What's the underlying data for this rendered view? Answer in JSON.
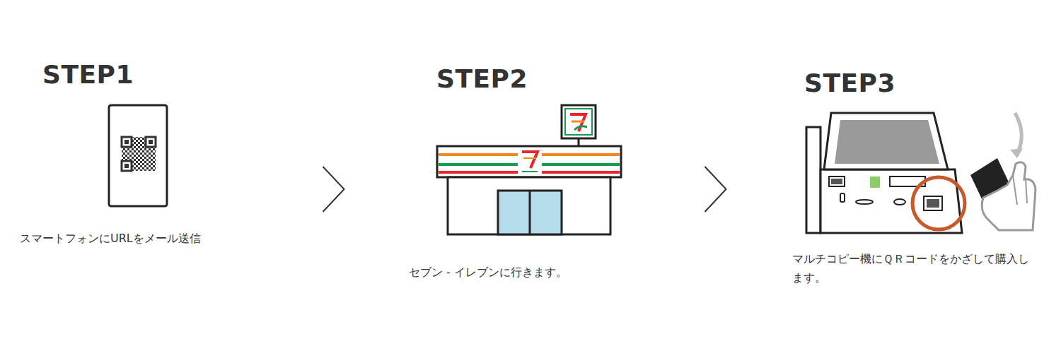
{
  "diagram": {
    "nodes": [
      {
        "text": [
          "STEP1",
          "スマートフォンにURLをメール送信"
        ]
      },
      {
        "text": [
          "STEP2",
          "セブン - イレブンに行きます。"
        ]
      },
      {
        "text": [
          "STEP3",
          "マルチコピー機にＱＲコードをかざして購入します。"
        ]
      }
    ],
    "edges": [
      {
        "from": 0,
        "to": 1,
        "arrow": "to"
      },
      {
        "from": 1,
        "to": 2,
        "arrow": "to"
      }
    ]
  }
}
